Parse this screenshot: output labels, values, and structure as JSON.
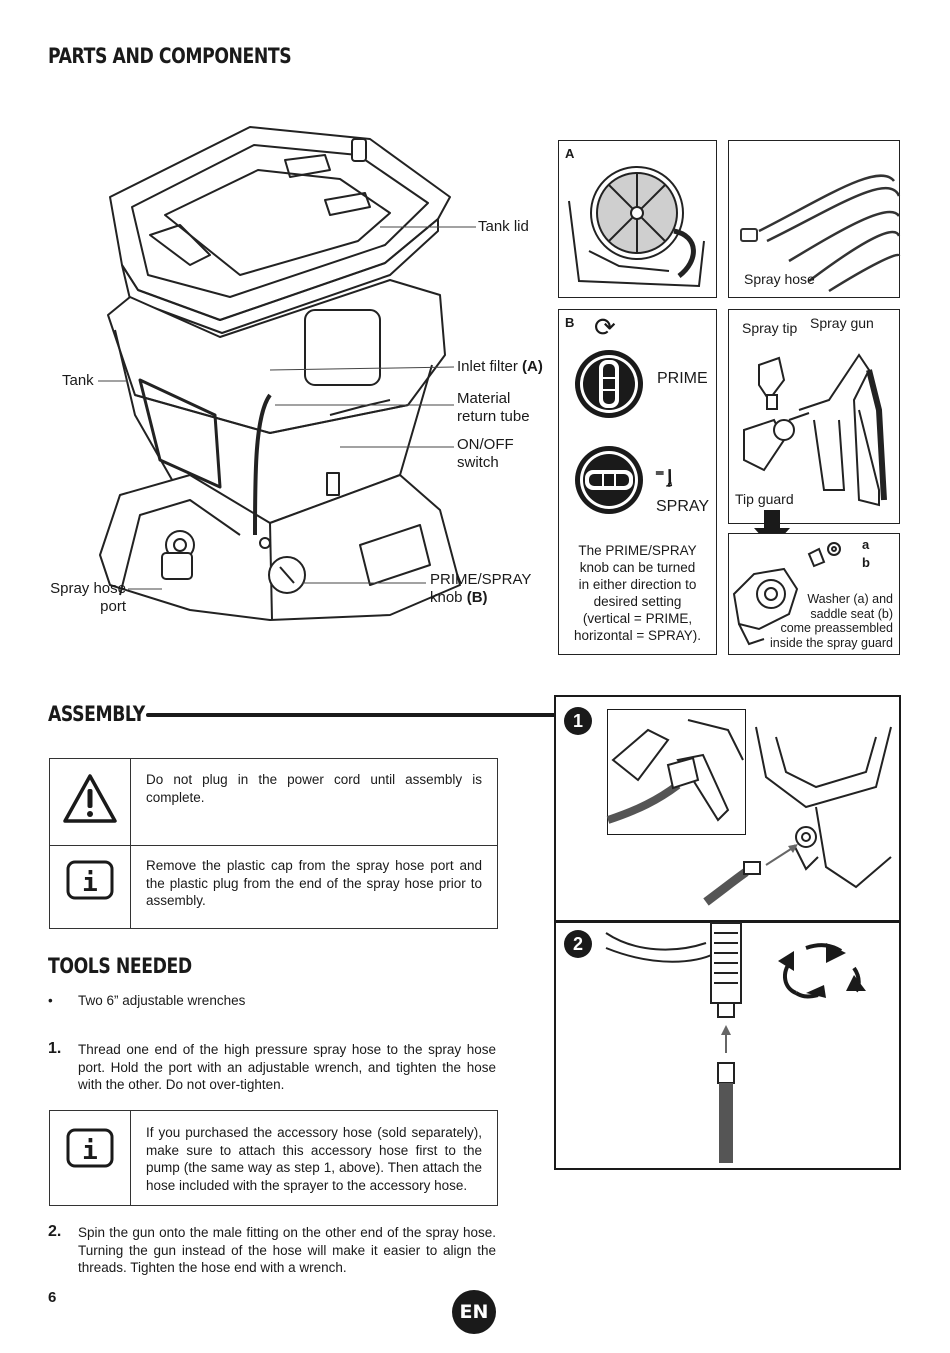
{
  "sections": {
    "parts_title": "PARTS AND COMPONENTS",
    "assembly_title": "ASSEMBLY",
    "tools_title": "TOOLS NEEDED"
  },
  "parts_labels": {
    "tank_lid": "Tank lid",
    "tank": "Tank",
    "inlet_filter": "Inlet filter",
    "inlet_filter_ref": "(A)",
    "material_return_line1": "Material",
    "material_return_line2": "return tube",
    "onoff_line1": "ON/OFF",
    "onoff_line2": "switch",
    "spray_hose_port_line1": "Spray hose",
    "spray_hose_port_line2": "port",
    "prime_spray_line1": "PRIME/SPRAY",
    "prime_spray_line2": "knob",
    "prime_spray_ref": "(B)"
  },
  "panels": {
    "a_letter": "A",
    "spray_hose": "Spray hose",
    "b_letter": "B",
    "prime": "PRIME",
    "spray": "SPRAY",
    "knob_note": [
      "The PRIME/SPRAY",
      "knob can be turned",
      "in either direction to",
      "desired setting",
      "(vertical = PRIME,",
      "horizontal = SPRAY)."
    ],
    "spray_tip": "Spray tip",
    "spray_gun": "Spray gun",
    "tip_guard": "Tip guard",
    "label_a": "a",
    "label_b": "b",
    "washer_note": [
      "Washer (a) and",
      "saddle seat (b)",
      "come preassembled",
      "inside the spray guard"
    ]
  },
  "assembly": {
    "warning_text": "Do not plug in the power cord until assembly is complete.",
    "info_text": "Remove the plastic cap from the spray hose port and the plastic plug from the end of the spray hose prior to assembly.",
    "step_badge_1": "1",
    "step_badge_2": "2"
  },
  "tools": {
    "bullet": "Two 6” adjustable wrenches",
    "step1_num": "1.",
    "step1_text": "Thread one end of the high pressure spray hose to the spray hose port.  Hold the port with an adjustable wrench, and tighten the hose with the other.  Do not over-tighten.",
    "info2_text": "If you purchased the accessory hose (sold separately), make sure to attach this accessory hose first to the pump (the same way as step 1, above).  Then attach the hose included with the sprayer to the accessory hose.",
    "step2_num": "2.",
    "step2_text": "Spin the gun onto the male fitting on the other end of the spray hose. Turning the gun instead of the hose will make it easier to align the threads.  Tighten the hose end with a wrench."
  },
  "footer": {
    "page_number": "6",
    "language": "EN"
  }
}
